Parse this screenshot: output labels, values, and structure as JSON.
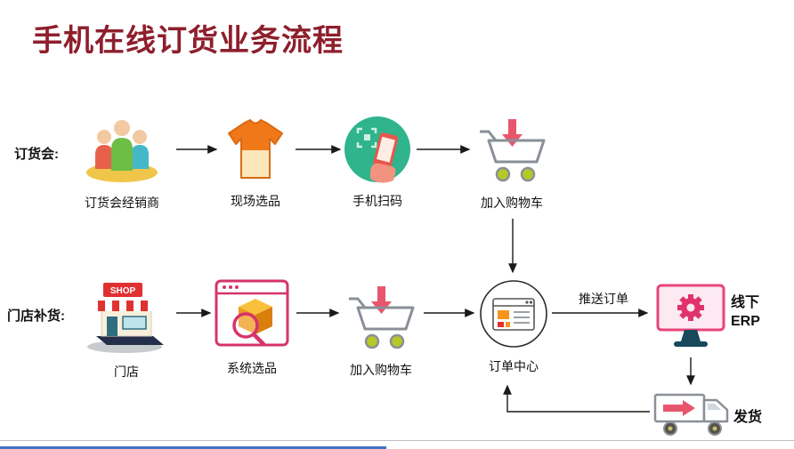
{
  "title": "手机在线订货业务流程",
  "lanes": {
    "order_fair": "订货会:",
    "store_replenish": "门店补货:"
  },
  "steps": {
    "dealer": "订货会经销商",
    "onsite_pick": "现场选品",
    "phone_scan": "手机扫码",
    "add_cart_1": "加入购物车",
    "store": "门店",
    "system_pick": "系统选品",
    "add_cart_2": "加入购物车",
    "order_center": "订单中心"
  },
  "annotations": {
    "push_order": "推送订单",
    "erp_line1": "线下",
    "erp_line2": "ERP",
    "ship": "发货"
  },
  "icons": {
    "shop_sign_text": "SHOP"
  },
  "colors": {
    "title": "#8E1F2D",
    "scan_circle": "#2FB48C",
    "cart_arrow": "#E8566D",
    "cart_wheel": "#B5C827",
    "system_pick_outline": "#D6336C",
    "erp_outline": "#E8457A",
    "arrow": "#1A1A1A",
    "footer_accent": "#4472C4"
  }
}
